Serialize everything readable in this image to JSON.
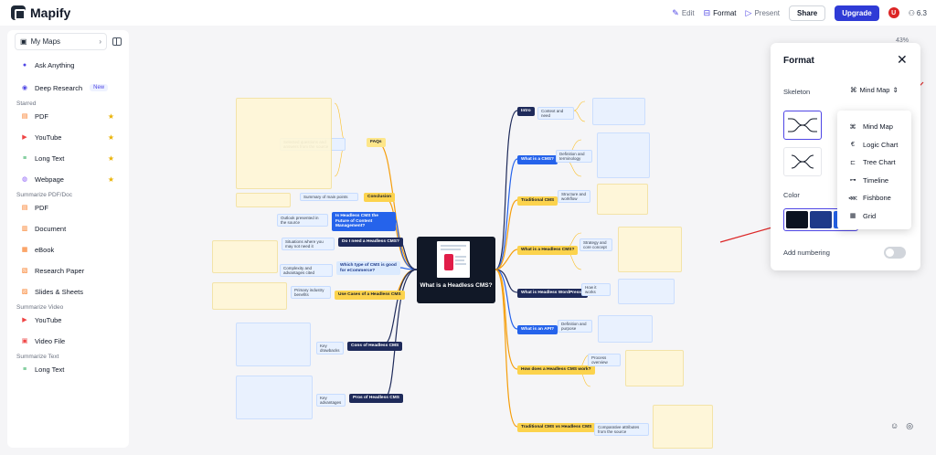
{
  "app": {
    "name": "Mapify"
  },
  "toolbar": {
    "edit": "Edit",
    "format": "Format",
    "present": "Present",
    "share": "Share",
    "upgrade": "Upgrade",
    "avatar_initial": "U",
    "credits": "6.3"
  },
  "sidebar": {
    "my_maps": "My Maps",
    "top_items": [
      {
        "label": "Ask Anything",
        "icon": "ask-icon"
      },
      {
        "label": "Deep Research",
        "icon": "research-icon",
        "badge": "New"
      }
    ],
    "sections": [
      {
        "title": "Starred",
        "items": [
          "PDF",
          "YouTube",
          "Long Text",
          "Webpage"
        ]
      },
      {
        "title": "Summarize PDF/Doc",
        "items": [
          "PDF",
          "Document",
          "eBook",
          "Research Paper",
          "Slides & Sheets"
        ]
      },
      {
        "title": "Summarize Video",
        "items": [
          "YouTube",
          "Video File"
        ]
      },
      {
        "title": "Summarize Text",
        "items": [
          "Long Text"
        ]
      }
    ]
  },
  "mindmap": {
    "root": "What is a Headless CMS?",
    "left_branches": [
      {
        "label": "FAQs",
        "child": "Selected questions and answers from the source"
      },
      {
        "label": "Conclusion",
        "child": "Summary of main points"
      },
      {
        "label": "Is Headless CMS the Future of Content Management?",
        "child": "Outlook presented in the source"
      },
      {
        "label": "Do I need a Headless CMS?",
        "child": "Situations where you may not need it"
      },
      {
        "label": "Which type of CMS is good for eCommerce?",
        "child": "Complexity and advantages cited"
      },
      {
        "label": "Use Cases of a Headless CMS",
        "child": "Primary industry benefits"
      },
      {
        "label": "Cons of Headless CMS",
        "child": "Key drawbacks"
      },
      {
        "label": "Pros of Headless CMS",
        "child": "Key advantages"
      }
    ],
    "right_branches": [
      {
        "label": "Intro",
        "child": "Context and need"
      },
      {
        "label": "What is a CMS?",
        "child": "Definition and terminology"
      },
      {
        "label": "Traditional CMS",
        "child": "Structure and workflow"
      },
      {
        "label": "What is a Headless CMS?",
        "child": "Strategy and core concept"
      },
      {
        "label": "What is Headless WordPress?",
        "child": "How it works"
      },
      {
        "label": "What is an API?",
        "child": "Definition and purpose"
      },
      {
        "label": "How does a Headless CMS work?",
        "child": "Process overview"
      },
      {
        "label": "Traditional CMS vs Headless CMS",
        "child": "Comparative attributes from the source"
      }
    ]
  },
  "format_panel": {
    "title": "Format",
    "skeleton_label": "Skeleton",
    "skeleton_value": "Mind Map",
    "color_label": "Color",
    "numbering_label": "Add numbering",
    "numbering_on": false,
    "swatches": [
      "#0b1220",
      "#1e3a8a",
      "#2563eb"
    ]
  },
  "skeleton_dropdown": {
    "options": [
      {
        "label": "Mind Map",
        "icon": "mind-map-icon"
      },
      {
        "label": "Logic Chart",
        "icon": "logic-chart-icon"
      },
      {
        "label": "Tree Chart",
        "icon": "tree-chart-icon"
      },
      {
        "label": "Timeline",
        "icon": "timeline-icon"
      },
      {
        "label": "Fishbone",
        "icon": "fishbone-icon"
      },
      {
        "label": "Grid",
        "icon": "grid-icon"
      }
    ]
  },
  "colors": {
    "accent": "#2f3bd6",
    "branch_orange": "#f59e0b",
    "branch_navy": "#1e2a5a",
    "arrow_red": "#dc2626"
  }
}
